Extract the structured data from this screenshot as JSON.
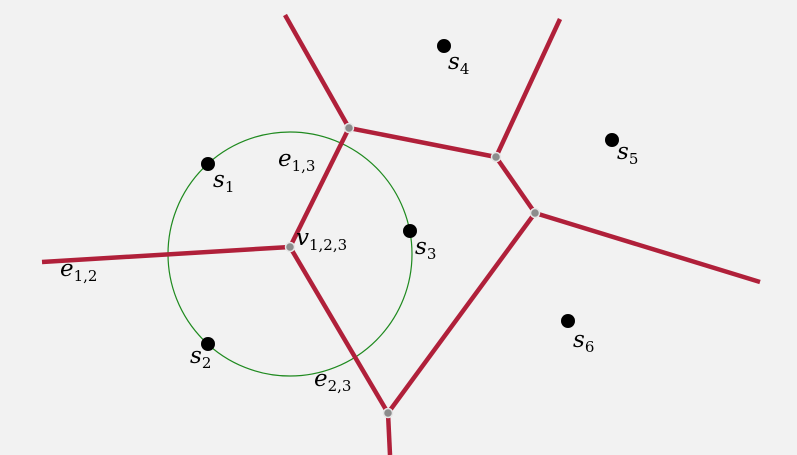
{
  "diagram": {
    "type": "voronoi-diagram",
    "colors": {
      "background": "#f2f2f2",
      "edge": "#b0203a",
      "circle": "#1f8a1f",
      "site": "#000000",
      "vertex": "#8c8c8c"
    },
    "sites": [
      {
        "id": "s1",
        "base": "s",
        "sub": "1"
      },
      {
        "id": "s2",
        "base": "s",
        "sub": "2"
      },
      {
        "id": "s3",
        "base": "s",
        "sub": "3"
      },
      {
        "id": "s4",
        "base": "s",
        "sub": "4"
      },
      {
        "id": "s5",
        "base": "s",
        "sub": "5"
      },
      {
        "id": "s6",
        "base": "s",
        "sub": "6"
      }
    ],
    "vertex_labels": [
      {
        "id": "v123",
        "base": "v",
        "sub": "1,2,3"
      }
    ],
    "edge_labels": [
      {
        "id": "e12",
        "base": "e",
        "sub": "1,2"
      },
      {
        "id": "e13",
        "base": "e",
        "sub": "1,3"
      },
      {
        "id": "e23",
        "base": "e",
        "sub": "2,3"
      }
    ]
  }
}
